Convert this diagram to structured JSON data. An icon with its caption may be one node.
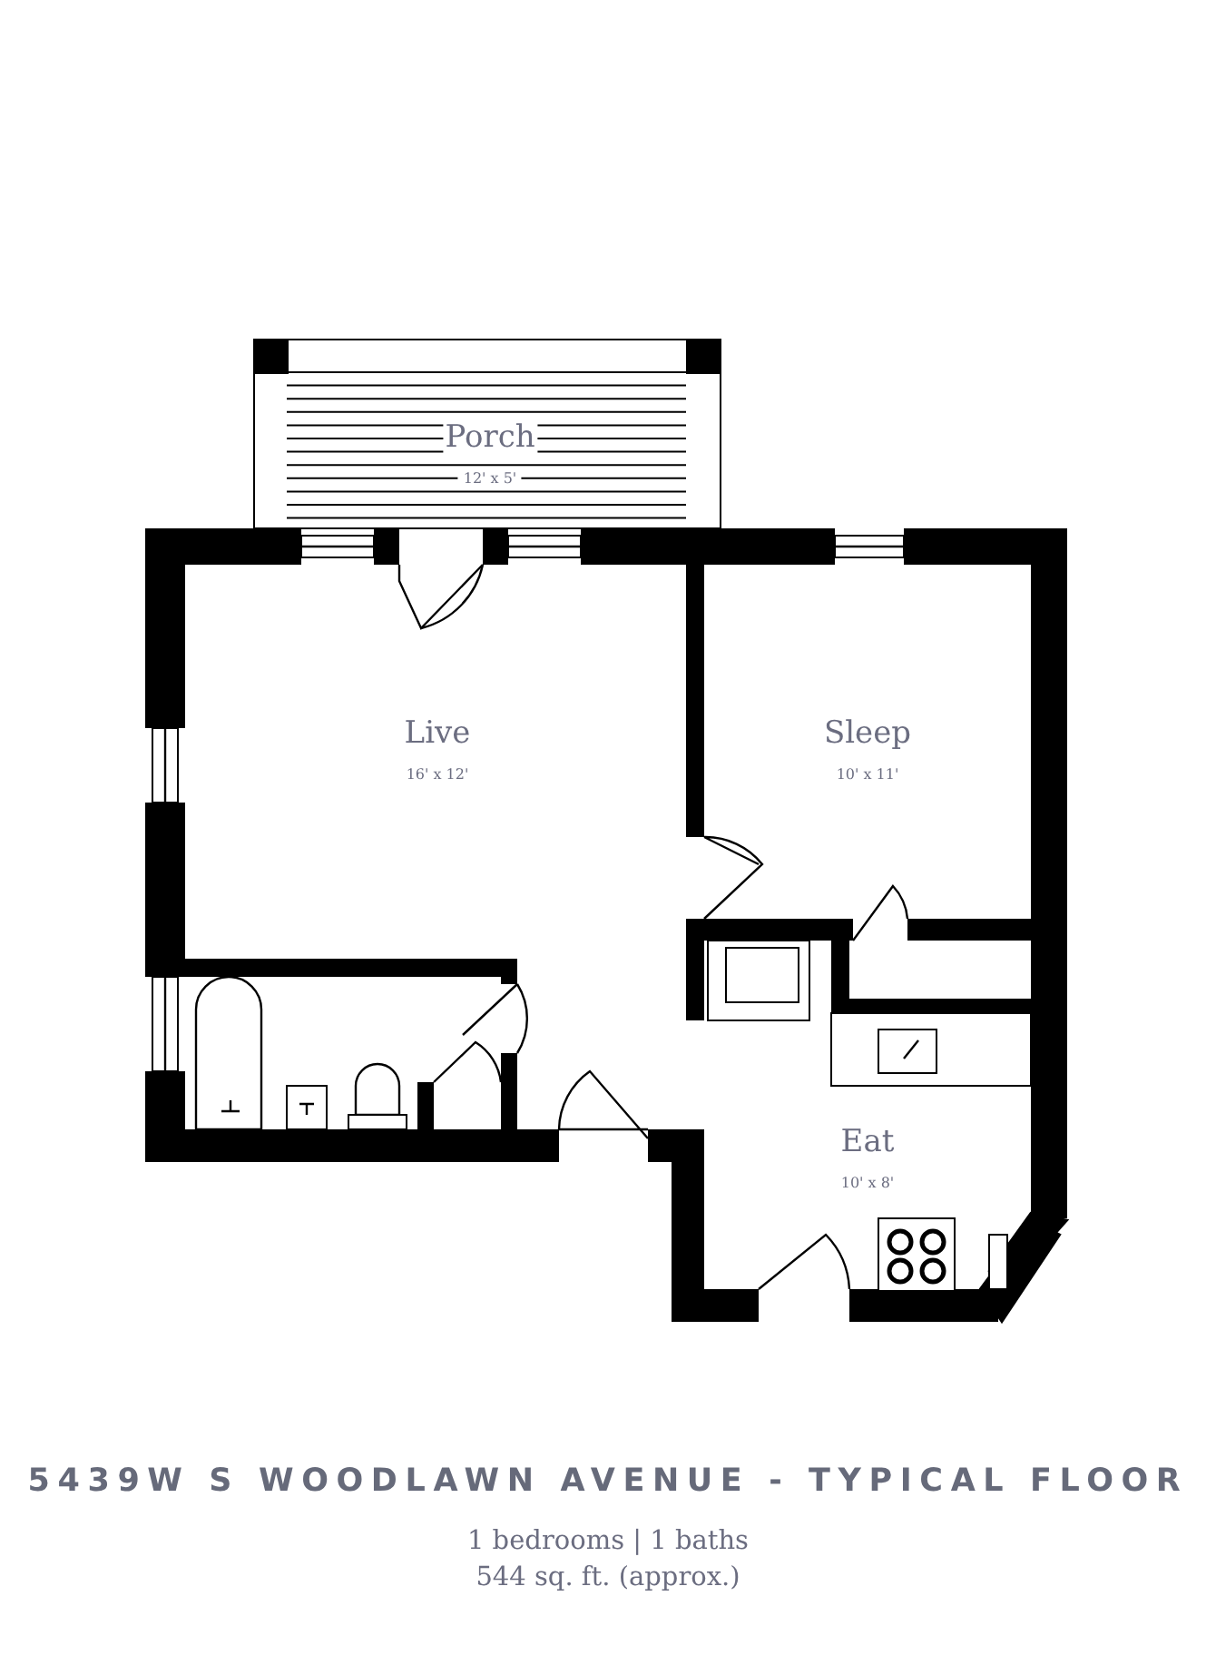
{
  "diagram": {
    "title": "5439W S WOODLAWN AVENUE - TYPICAL FLOOR",
    "nodes": [
      {
        "text": [
          "Porch",
          "12' x 5'"
        ]
      },
      {
        "text": [
          "Live",
          "16' x 12'"
        ]
      },
      {
        "text": [
          "Sleep",
          "10' x 11'"
        ]
      },
      {
        "text": [
          "Eat",
          "10' x 8'"
        ]
      }
    ],
    "labels": [
      "1 bedrooms | 1 baths",
      "544 sq. ft. (approx.)"
    ]
  }
}
